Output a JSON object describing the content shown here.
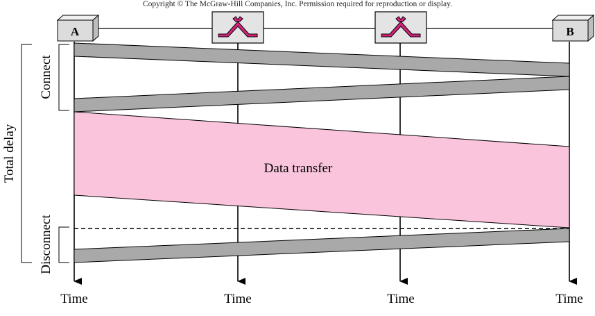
{
  "copyright": "Copyright © The McGraw-Hill Companies, Inc. Permission required for reproduction or display.",
  "nodes": {
    "a": "A",
    "b": "B"
  },
  "phases": {
    "connect": "Connect",
    "data_transfer": "Data transfer",
    "disconnect": "Disconnect"
  },
  "total_delay": "Total delay",
  "time_labels": [
    "Time",
    "Time",
    "Time",
    "Time"
  ],
  "colors": {
    "signal_band": "#a9a9a9",
    "data_band": "#f9c4dc",
    "switch_box": "#e4e4e4",
    "switch_icon": "#d4237a",
    "line": "#000000"
  }
}
